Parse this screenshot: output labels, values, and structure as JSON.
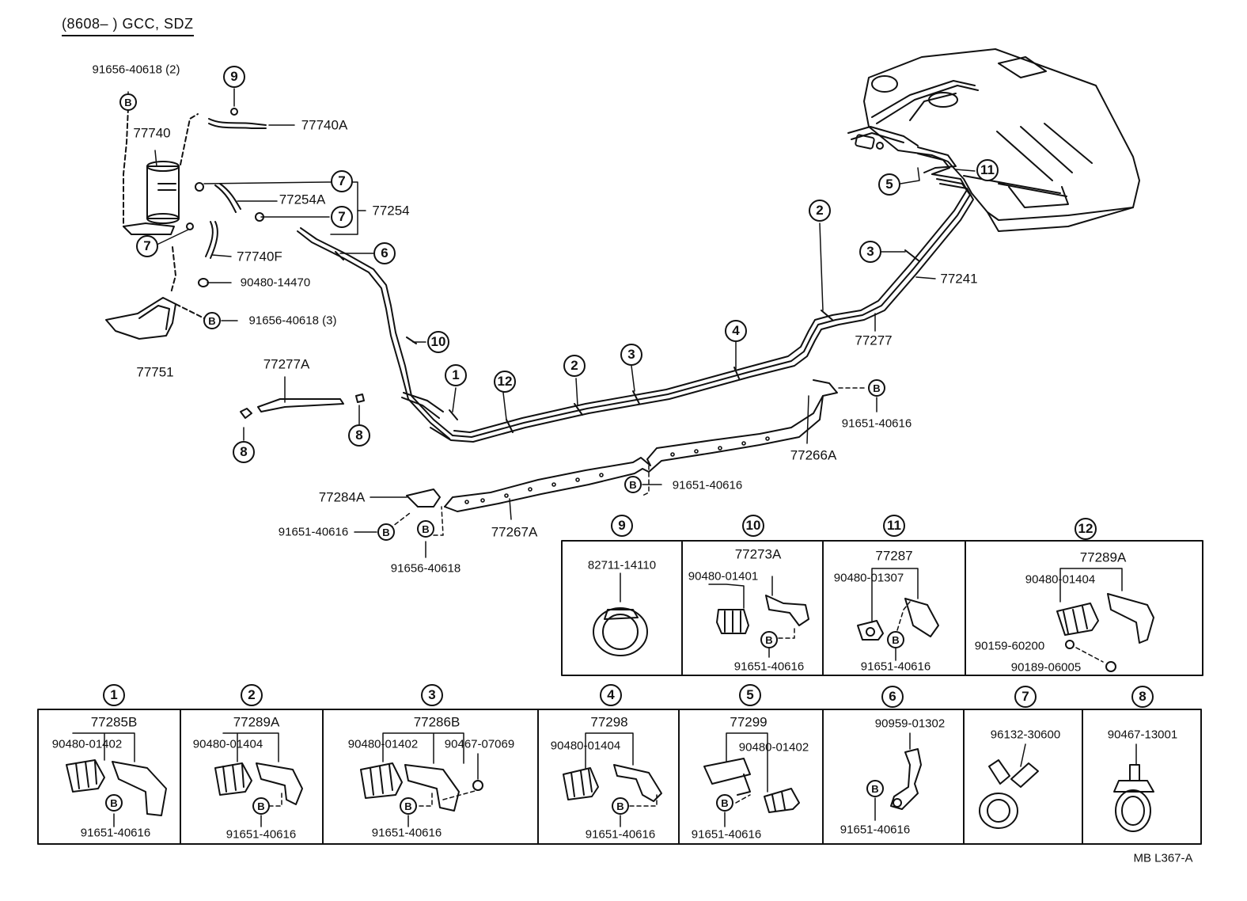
{
  "header": "(8608–      ) GCC, SDZ",
  "footer": "MB  L367-A",
  "bolt_symbol": "B",
  "callouts": [
    "1",
    "2",
    "3",
    "4",
    "5",
    "6",
    "7",
    "8",
    "9",
    "10",
    "11",
    "12"
  ],
  "parts": {
    "p91656_40618_2": "91656-40618 (2)",
    "p77740": "77740",
    "p77740A": "77740A",
    "p77254A": "77254A",
    "p77254": "77254",
    "p77740F": "77740F",
    "p90480_14470": "90480-14470",
    "p91656_40618_3": "91656-40618 (3)",
    "p77751": "77751",
    "p77277A": "77277A",
    "p77241": "77241",
    "p77277": "77277",
    "p91651_40616_a": "91651-40616",
    "p77266A": "77266A",
    "p91651_40616_b": "91651-40616",
    "p77284A": "77284A",
    "p91651_40616_c": "91651-40616",
    "p77267A": "77267A",
    "p91656_40618": "91656-40618"
  },
  "boxes": {
    "b9": {
      "callout": "9",
      "assy": "",
      "parts": [
        "82711-14110"
      ]
    },
    "b10": {
      "callout": "10",
      "assy": "77273A",
      "parts": [
        "90480-01401",
        "91651-40616"
      ]
    },
    "b11": {
      "callout": "11",
      "assy": "77287",
      "parts": [
        "90480-01307",
        "91651-40616"
      ]
    },
    "b12": {
      "callout": "12",
      "assy": "77289A",
      "parts": [
        "90480-01404",
        "90159-60200",
        "90189-06005"
      ]
    },
    "b1": {
      "callout": "1",
      "assy": "77285B",
      "parts": [
        "90480-01402",
        "91651-40616"
      ]
    },
    "b2": {
      "callout": "2",
      "assy": "77289A",
      "parts": [
        "90480-01404",
        "91651-40616"
      ]
    },
    "b3": {
      "callout": "3",
      "assy": "77286B",
      "parts": [
        "90480-01402",
        "90467-07069",
        "91651-40616"
      ]
    },
    "b4": {
      "callout": "4",
      "assy": "77298",
      "parts": [
        "90480-01404",
        "91651-40616"
      ]
    },
    "b5": {
      "callout": "5",
      "assy": "77299",
      "parts": [
        "90480-01402",
        "91651-40616"
      ]
    },
    "b6": {
      "callout": "6",
      "assy": "",
      "parts": [
        "90959-01302",
        "91651-40616"
      ]
    },
    "b7": {
      "callout": "7",
      "assy": "",
      "parts": [
        "96132-30600"
      ]
    },
    "b8": {
      "callout": "8",
      "assy": "",
      "parts": [
        "90467-13001"
      ]
    }
  }
}
